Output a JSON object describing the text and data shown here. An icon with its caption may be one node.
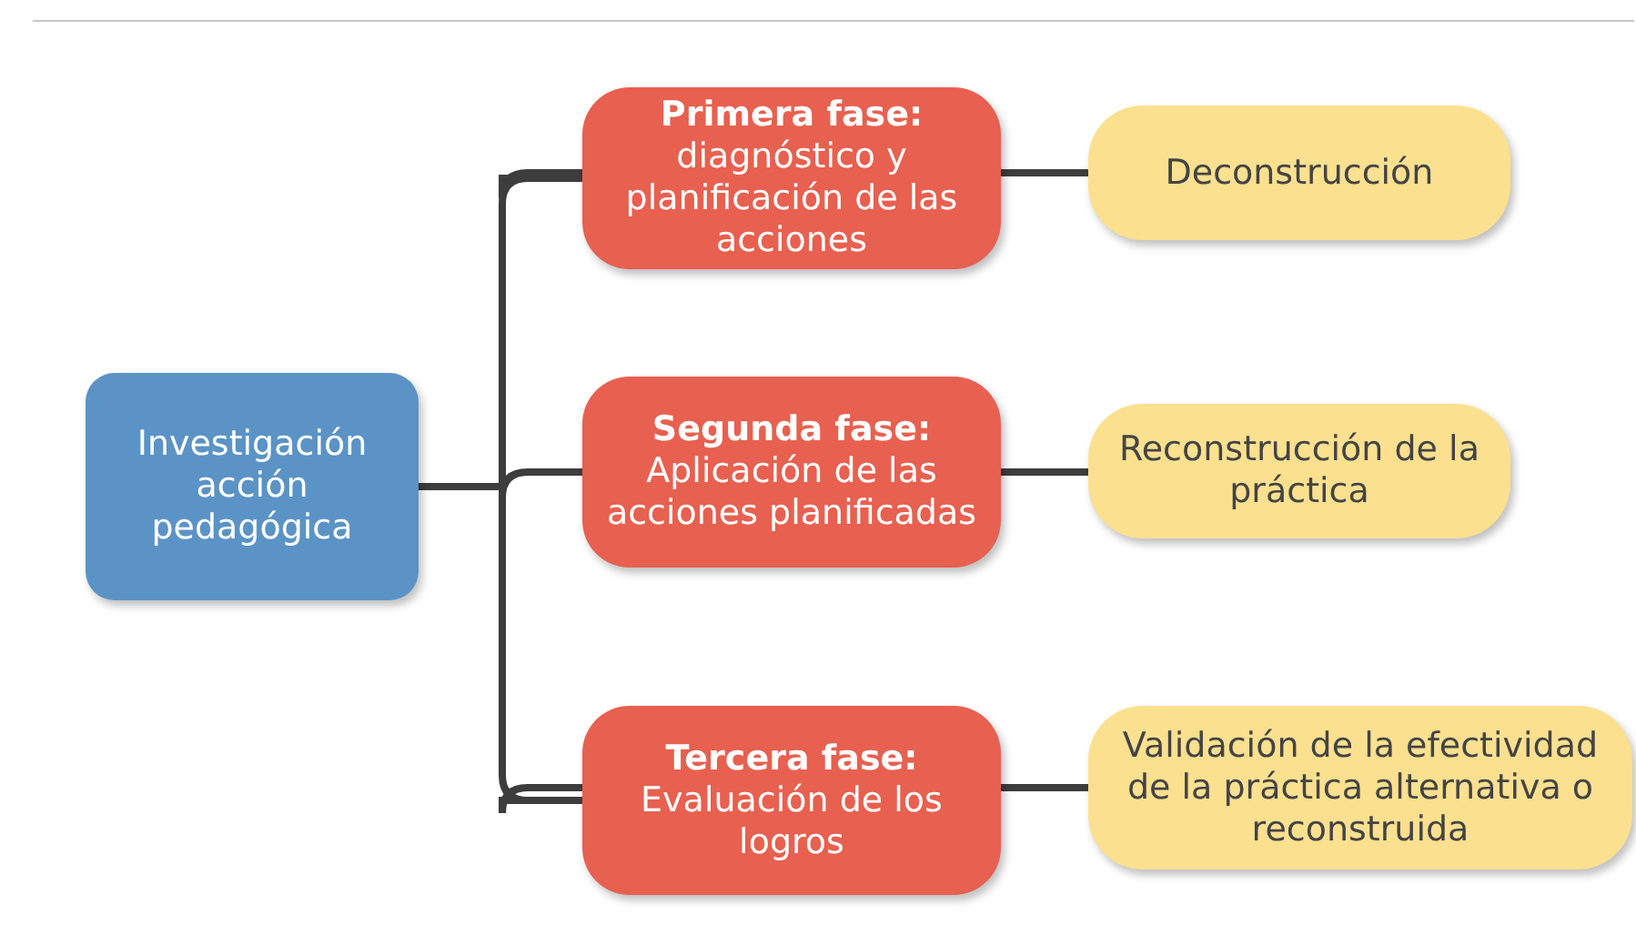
{
  "diagram": {
    "nodes": [
      {
        "text": [
          "Investigación acción pedagógica"
        ]
      },
      {
        "text": [
          "Primera fase:",
          "diagnóstico y planificación de las acciones"
        ]
      },
      {
        "text": [
          "Deconstrucción"
        ]
      },
      {
        "text": [
          "Segunda fase:",
          "Aplicación de las acciones planificadas"
        ]
      },
      {
        "text": [
          "Reconstrucción de la práctica"
        ]
      },
      {
        "text": [
          "Tercera fase:",
          "Evaluación de los logros"
        ]
      },
      {
        "text": [
          "Validación de la efectividad de la práctica alternativa o reconstruida"
        ]
      }
    ],
    "edges": [
      {
        "from": 0,
        "to": 1,
        "arrow": "none"
      },
      {
        "from": 0,
        "to": 3,
        "arrow": "none"
      },
      {
        "from": 0,
        "to": 5,
        "arrow": "none"
      },
      {
        "from": 1,
        "to": 2,
        "arrow": "none"
      },
      {
        "from": 3,
        "to": 4,
        "arrow": "none"
      },
      {
        "from": 5,
        "to": 6,
        "arrow": "none"
      }
    ]
  }
}
